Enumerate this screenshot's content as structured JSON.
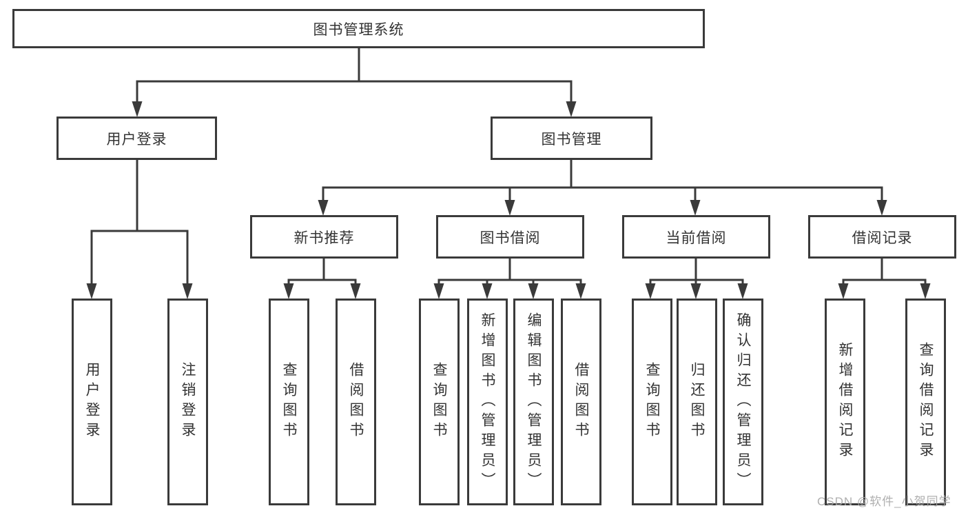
{
  "tree": {
    "root": {
      "label": "图书管理系统",
      "children": [
        {
          "label": "用户登录",
          "children": [
            {
              "label": "用户登录"
            },
            {
              "label": "注销登录"
            }
          ]
        },
        {
          "label": "图书管理",
          "children": [
            {
              "label": "新书推荐",
              "children": [
                {
                  "label": "查询图书"
                },
                {
                  "label": "借阅图书"
                }
              ]
            },
            {
              "label": "图书借阅",
              "children": [
                {
                  "label": "查询图书"
                },
                {
                  "label": "新增图书（管理员）"
                },
                {
                  "label": "编辑图书（管理员）"
                },
                {
                  "label": "借阅图书"
                }
              ]
            },
            {
              "label": "当前借阅",
              "children": [
                {
                  "label": "查询图书"
                },
                {
                  "label": "归还图书"
                },
                {
                  "label": "确认归还（管理员）"
                }
              ]
            },
            {
              "label": "借阅记录",
              "children": [
                {
                  "label": "新增借阅记录"
                },
                {
                  "label": "查询借阅记录"
                }
              ]
            }
          ]
        }
      ]
    }
  },
  "watermark": {
    "text": "CSDN @软件_小贺同学"
  },
  "colors": {
    "line": "#3a3a3a",
    "text": "#333333",
    "watermark": "#a8a8a8",
    "background": "#ffffff"
  }
}
